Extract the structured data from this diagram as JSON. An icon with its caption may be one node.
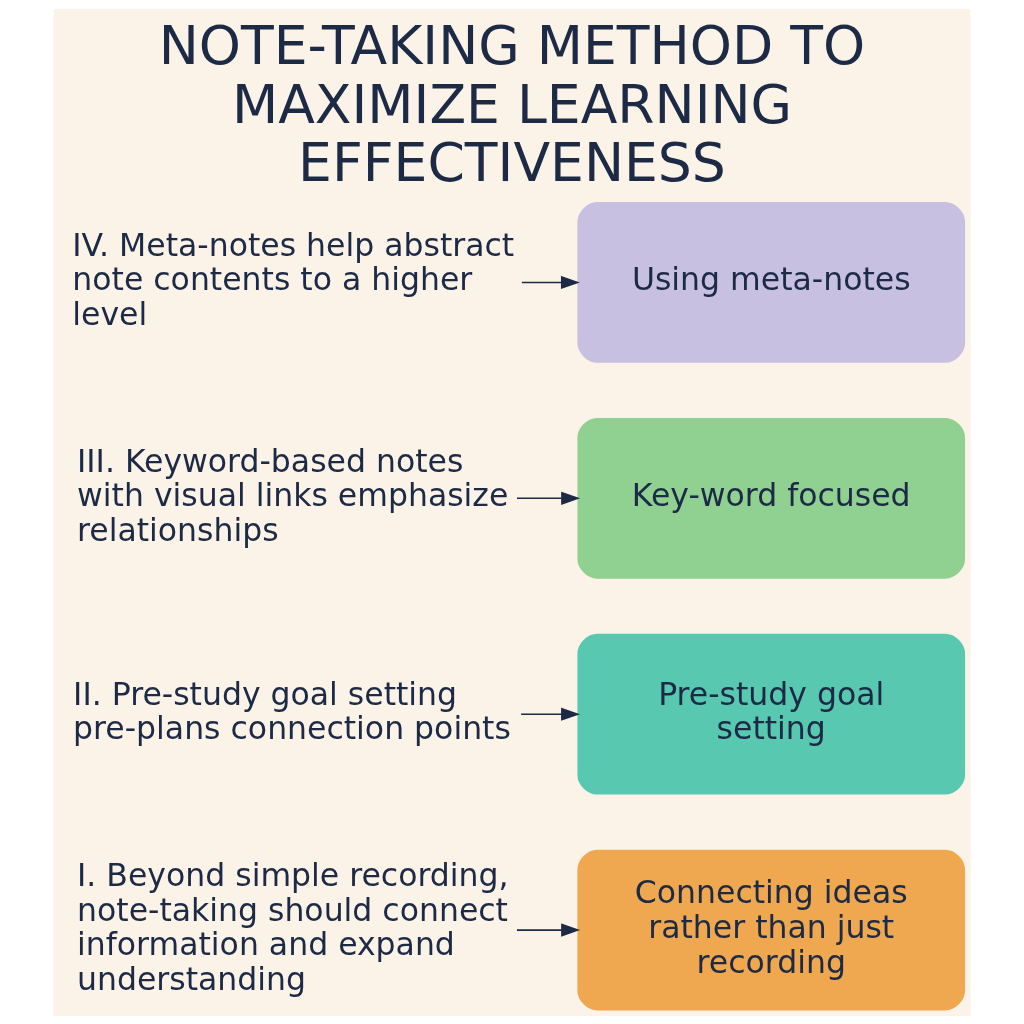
{
  "diagram": {
    "title": "NOTE-TAKING METHOD TO MAXIMIZE LEARNING EFFECTIVENESS",
    "nodes": [
      {
        "text": [
          "I. Beyond simple recording, note-taking should connect information and expand understanding"
        ]
      },
      {
        "text": [
          "Connecting ideas rather than just recording"
        ]
      },
      {
        "text": [
          "II. Pre-study goal setting pre-plans connection points"
        ]
      },
      {
        "text": [
          "Pre-study goal setting"
        ]
      },
      {
        "text": [
          "III. Keyword-based notes with visual links emphasize relationships"
        ]
      },
      {
        "text": [
          "Key-word focused"
        ]
      },
      {
        "text": [
          "IV. Meta-notes help abstract note contents to a higher level"
        ]
      },
      {
        "text": [
          "Using meta-notes"
        ]
      }
    ],
    "edges": [
      {
        "from": 0,
        "to": 1,
        "arrow": "to"
      },
      {
        "from": 2,
        "to": 3,
        "arrow": "to"
      },
      {
        "from": 4,
        "to": 5,
        "arrow": "to"
      },
      {
        "from": 6,
        "to": 7,
        "arrow": "to"
      }
    ]
  }
}
